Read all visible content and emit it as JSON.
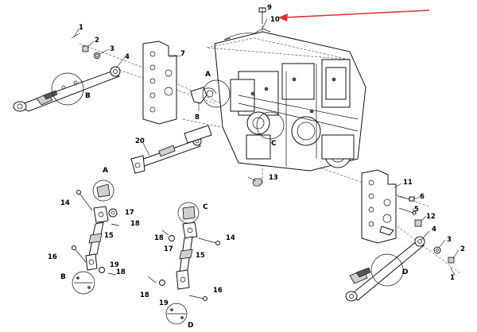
{
  "arrow": {
    "color": "#e0302c"
  },
  "labels": {
    "l1_tl": "1",
    "l2_tl": "2",
    "l3_tl": "3",
    "l4_tl": "4",
    "l7": "7",
    "l8": "8",
    "l9": "9",
    "l10": "10",
    "l11": "11",
    "l12": "12",
    "l13": "13",
    "l20": "20",
    "l6_r": "6",
    "l5_r": "5",
    "l4_r": "4",
    "l3_r": "3",
    "l2_r": "2",
    "l1_r": "1",
    "l14_left": "14",
    "l17_left": "17",
    "l18_left": "18",
    "l15_left": "15",
    "l16_left": "16",
    "l19_left": "19",
    "l18_left_b": "18",
    "l18_mid_top": "18",
    "l17_mid": "17",
    "l14_mid": "14",
    "l15_mid": "15",
    "l18_mid_b": "18",
    "l19_mid": "19",
    "l16_mid": "16"
  },
  "callouts": {
    "a_top": "A",
    "c_top": "C",
    "b_tl": "B",
    "d_r": "D",
    "a_link": "A",
    "b_link": "B",
    "c_link": "C",
    "d_link": "D"
  }
}
